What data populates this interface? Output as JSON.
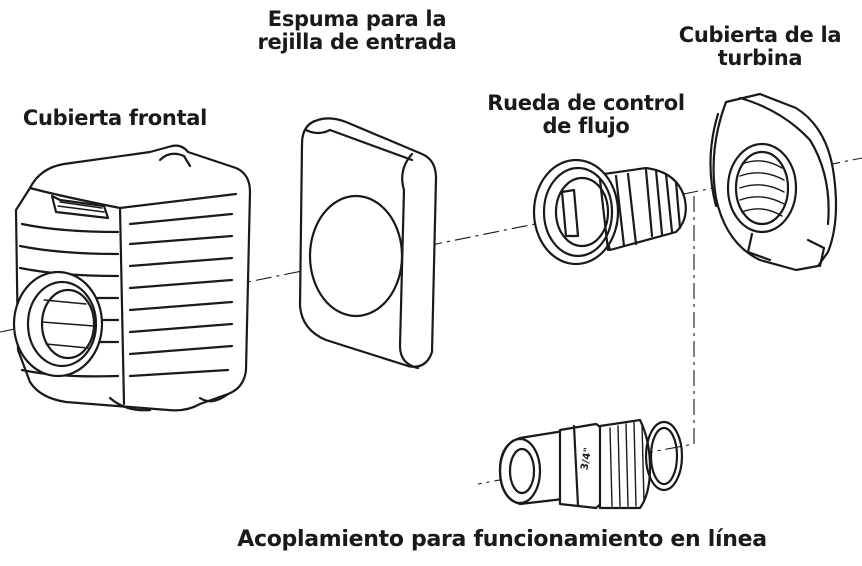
{
  "labels": {
    "front_cover": "Cubierta frontal",
    "foam_line1": "Espuma para la",
    "foam_line2": "rejilla de entrada",
    "wheel_line1": "Rueda de control",
    "wheel_line2": "de flujo",
    "turbine_line1": "Cubierta de la",
    "turbine_line2": "turbina",
    "coupling": "Acoplamiento para funcionamiento en línea"
  },
  "colors": {
    "ink": "#1a1a1a",
    "background": "#ffffff"
  }
}
